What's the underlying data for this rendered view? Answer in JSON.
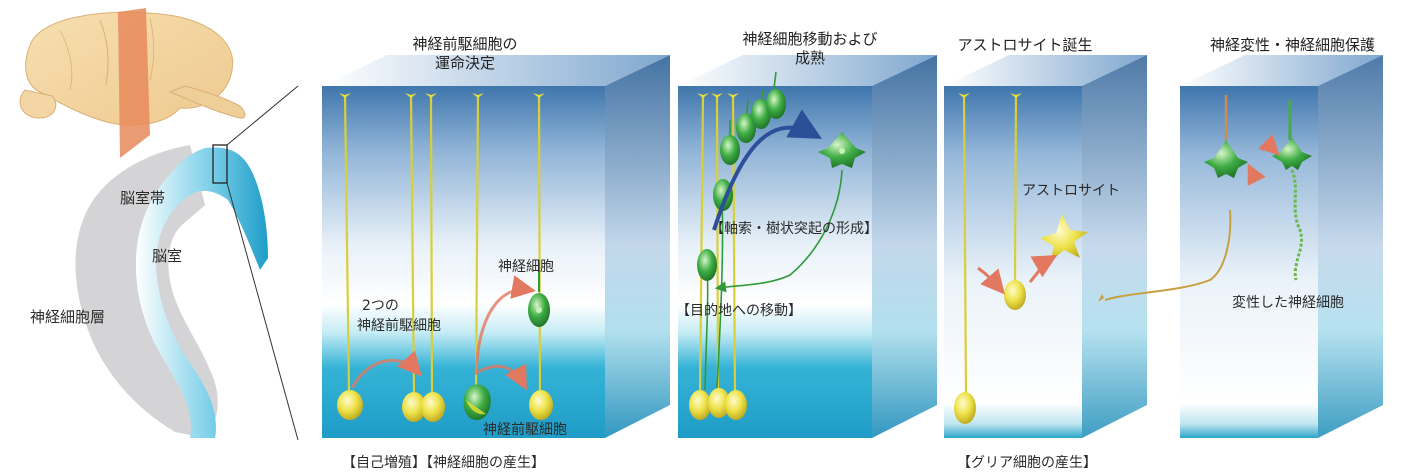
{
  "overview": {
    "label_vz": "脳室帯",
    "label_ventricle": "脳室",
    "label_layer": "神経細胞層"
  },
  "panels": [
    {
      "title_line1": "神経前駆細胞の",
      "title_line2": "運命決定",
      "labels": {
        "neuron": "神経細胞",
        "two_line1": "2つの",
        "two_line2": "神経前駆細胞",
        "progenitor": "神経前駆細胞"
      }
    },
    {
      "title_line1": "神経細胞移動および",
      "title_line2": "成熟",
      "labels": {
        "axon": "【軸索・樹状突起の形成】",
        "migration": "【目的地への移動】"
      }
    },
    {
      "title_line1": "アストロサイト誕生",
      "labels": {
        "astrocyte": "アストロサイト"
      }
    },
    {
      "title_line1": "神経変性・神経細胞保護",
      "labels": {
        "degenerated": "変性した神経細胞"
      }
    }
  ],
  "bottom": {
    "left": "【自己増殖】【神経細胞の産生】",
    "right": "【グリア細胞の産生】"
  },
  "colors": {
    "box_top": "#4f82b4",
    "box_mid": "#dbe8f4",
    "ventricular_band": "#2aa5c9",
    "progenitor_yellow": "#e8df3a",
    "neuron_green": "#2f9a3a",
    "arrow_red": "#e2785f",
    "arrow_blue": "#2c4f9a"
  }
}
